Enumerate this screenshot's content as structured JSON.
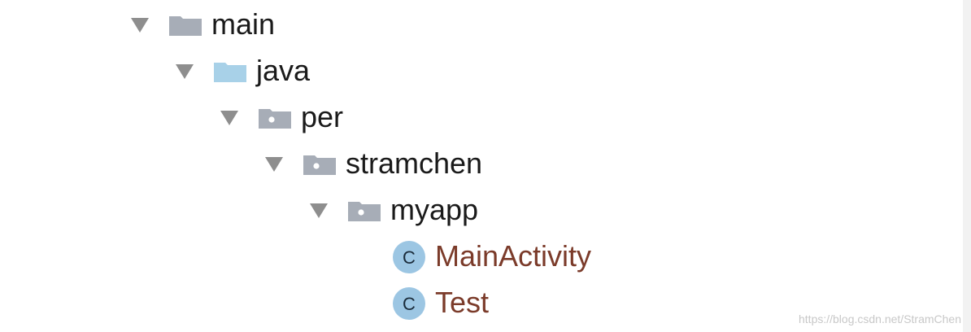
{
  "tree": {
    "items": [
      {
        "label": "main",
        "depth": 0,
        "kind": "folder",
        "expanded": true,
        "icon": "folder-icon"
      },
      {
        "label": "java",
        "depth": 1,
        "kind": "source-folder",
        "expanded": true,
        "icon": "source-folder-icon"
      },
      {
        "label": "per",
        "depth": 2,
        "kind": "package",
        "expanded": true,
        "icon": "package-icon"
      },
      {
        "label": "stramchen",
        "depth": 3,
        "kind": "package",
        "expanded": true,
        "icon": "package-icon"
      },
      {
        "label": "myapp",
        "depth": 4,
        "kind": "package",
        "expanded": true,
        "icon": "package-icon"
      },
      {
        "label": "MainActivity",
        "depth": 5,
        "kind": "class",
        "expanded": false,
        "icon": "class-icon"
      },
      {
        "label": "Test",
        "depth": 5,
        "kind": "class",
        "expanded": false,
        "icon": "class-icon"
      }
    ]
  },
  "class_icon_letter": "C",
  "watermark": "https://blog.csdn.net/StramChen",
  "colors": {
    "folder": "#a7adb7",
    "source_folder": "#a8d1e8",
    "package": "#a7adb7",
    "class_icon_fill": "#9cc6e3",
    "class_label": "#7b3b2a",
    "arrow": "#8e8e8e",
    "text": "#1a1a1a"
  }
}
